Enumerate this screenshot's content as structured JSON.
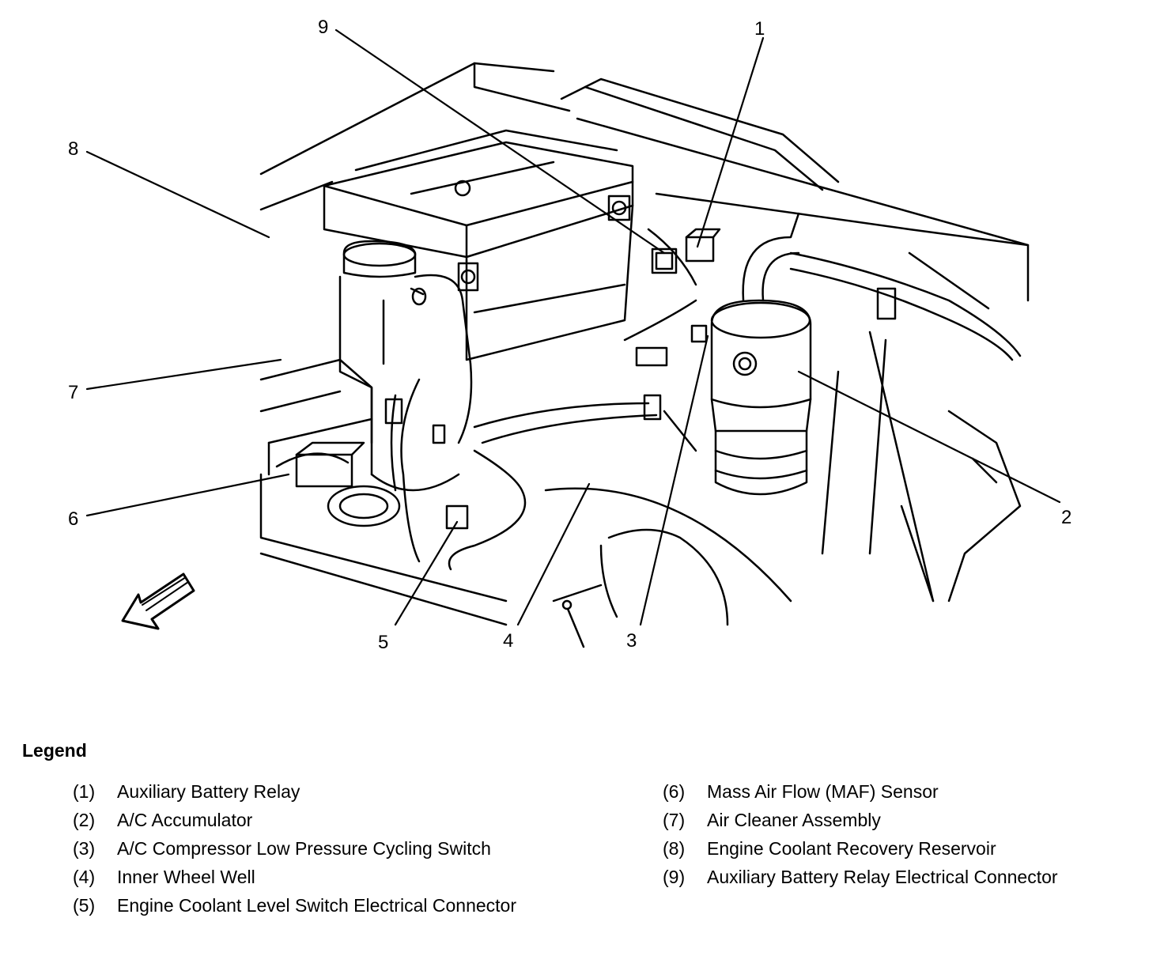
{
  "callouts": [
    "1",
    "2",
    "3",
    "4",
    "5",
    "6",
    "7",
    "8",
    "9"
  ],
  "legend": {
    "title": "Legend",
    "left": [
      {
        "num": "(1)",
        "text": "Auxiliary Battery Relay"
      },
      {
        "num": "(2)",
        "text": "A/C Accumulator"
      },
      {
        "num": "(3)",
        "text": "A/C Compressor Low Pressure Cycling Switch"
      },
      {
        "num": "(4)",
        "text": "Inner Wheel Well"
      },
      {
        "num": "(5)",
        "text": "Engine Coolant Level Switch Electrical Connector"
      }
    ],
    "right": [
      {
        "num": "(6)",
        "text": "Mass Air Flow (MAF) Sensor"
      },
      {
        "num": "(7)",
        "text": "Air Cleaner Assembly"
      },
      {
        "num": "(8)",
        "text": "Engine Coolant Recovery Reservoir"
      },
      {
        "num": "(9)",
        "text": "Auxiliary Battery Relay Electrical Connector"
      }
    ]
  }
}
